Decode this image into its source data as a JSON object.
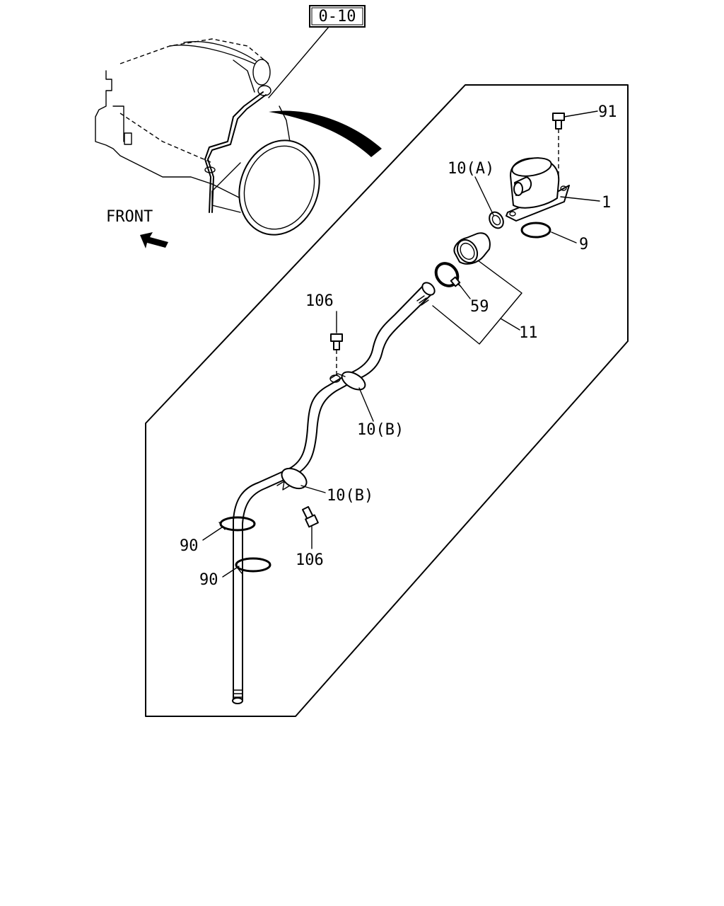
{
  "ref_box": "0-10",
  "front_label": "FRONT",
  "callouts": {
    "p91": "91",
    "p10a": "10(A)",
    "p1": "1",
    "p9": "9",
    "p59": "59",
    "p11": "11",
    "p106_top": "106",
    "p10b_upper": "10(B)",
    "p10b_lower": "10(B)",
    "p106_bottom": "106",
    "p90_upper": "90",
    "p90_lower": "90"
  },
  "icons": [
    "front-arrow-icon",
    "engine-overview-illustration",
    "detail-pointer-icon"
  ]
}
